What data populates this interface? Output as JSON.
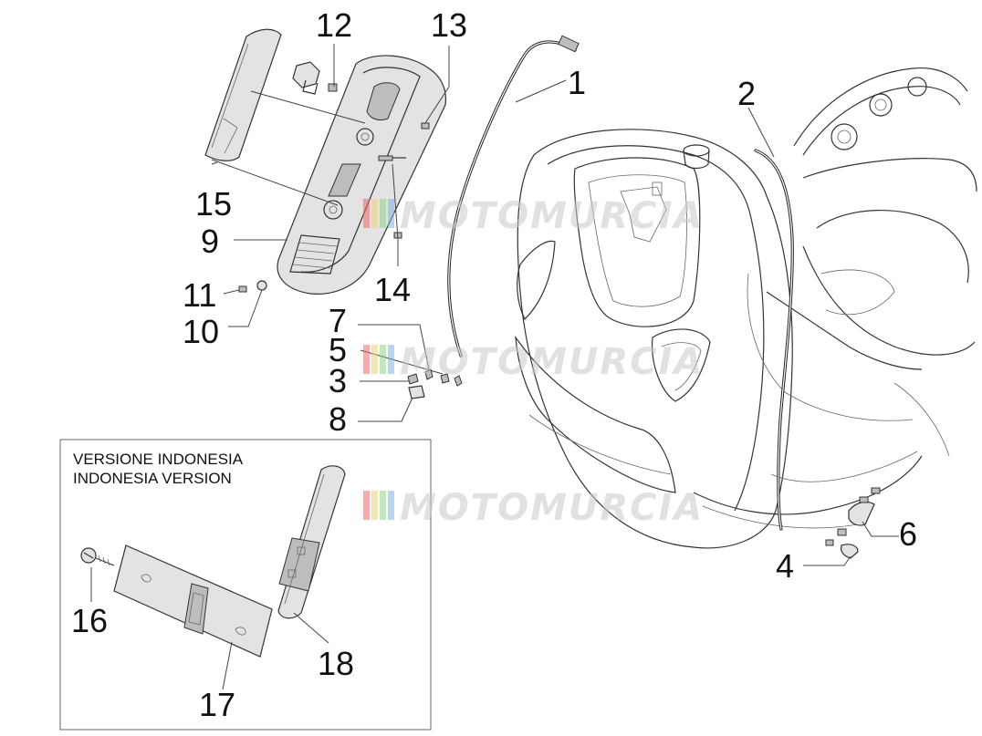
{
  "callouts": [
    "1",
    "2",
    "3",
    "4",
    "5",
    "6",
    "7",
    "8",
    "9",
    "10",
    "11",
    "12",
    "13",
    "14",
    "15",
    "16",
    "17",
    "18"
  ],
  "inset": {
    "title_line1": "VERSIONE INDONESIA",
    "title_line2": "INDONESIA VERSION"
  },
  "watermark": {
    "text": "MOTOMURCIA",
    "stripe_colors": [
      "#e96a6a",
      "#f0d36a",
      "#8fd08f",
      "#7fb2e6"
    ]
  },
  "colors": {
    "line": "#333333",
    "part_fill": "#e3e3e3"
  }
}
